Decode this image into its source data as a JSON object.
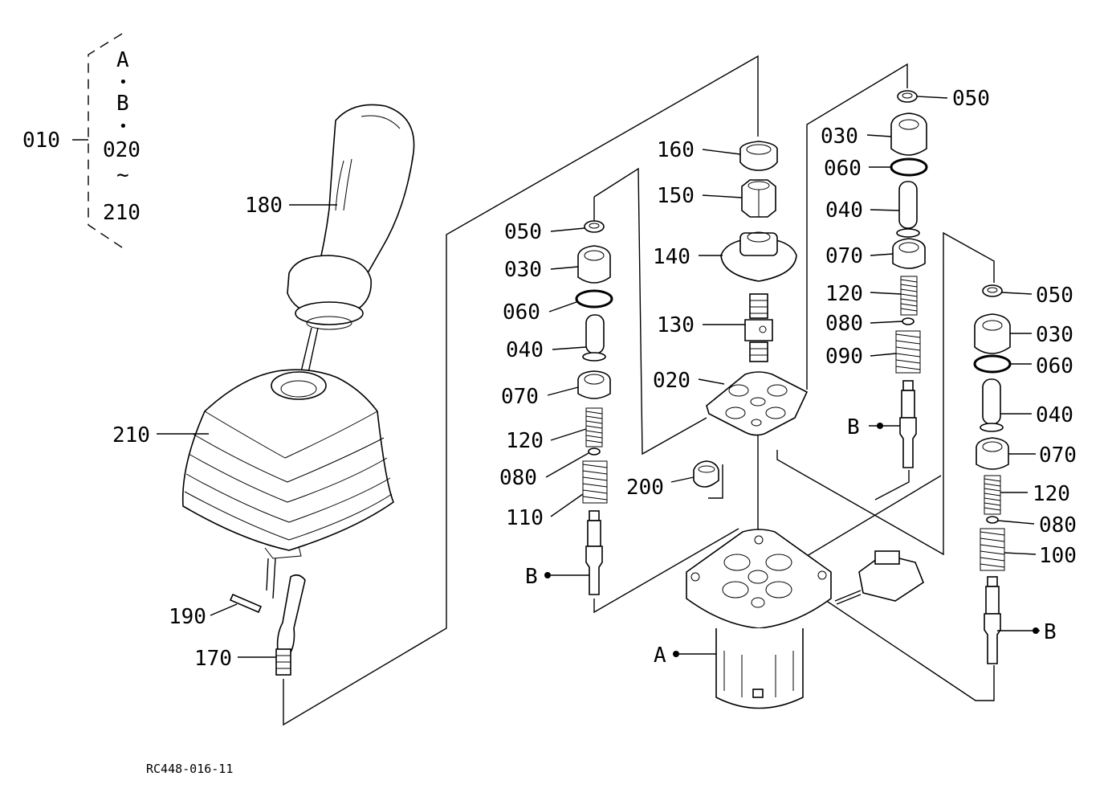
{
  "drawing_number": "RC448-016-11",
  "assembly": {
    "code": "010",
    "contents": [
      "A",
      "B",
      "020",
      "210"
    ],
    "separator": "•",
    "range_symbol": "~"
  },
  "labels": {
    "p050": "050",
    "p030": "030",
    "p060": "060",
    "p040": "040",
    "p070": "070",
    "p120": "120",
    "p080": "080",
    "p110": "110",
    "p090": "090",
    "p100": "100",
    "p130": "130",
    "p140": "140",
    "p150": "150",
    "p160": "160",
    "p170": "170",
    "p180": "180",
    "p190": "190",
    "p200": "200",
    "p210": "210",
    "p020": "020",
    "ref_a": "A",
    "ref_b": "B"
  }
}
